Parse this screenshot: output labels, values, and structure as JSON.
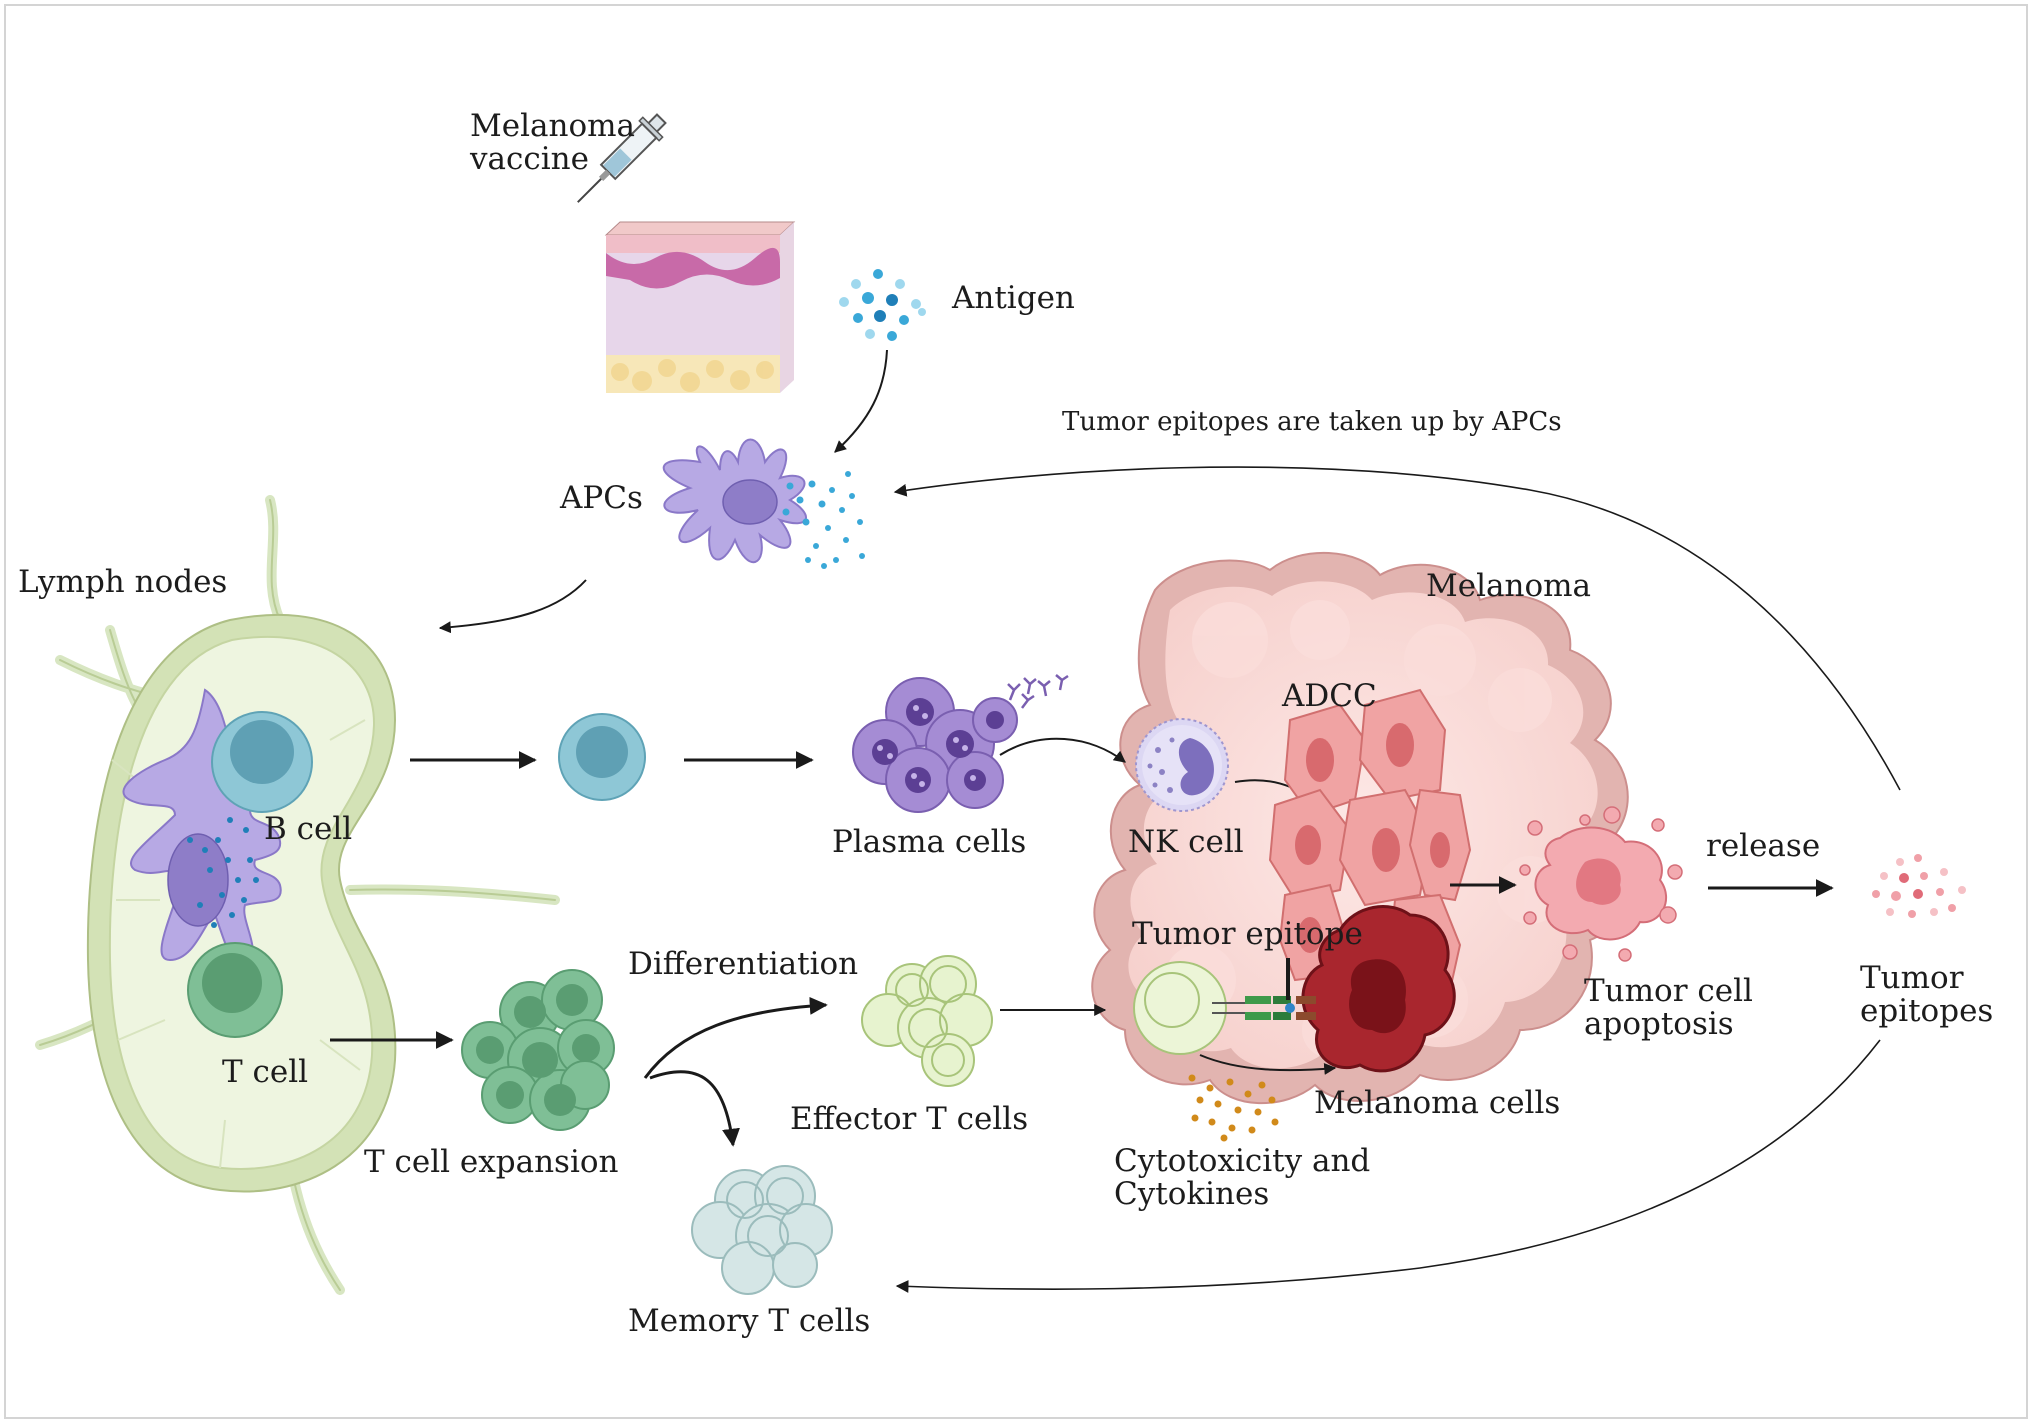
{
  "labels": {
    "vaccine": "Melanoma\nvaccine",
    "antigen": "Antigen",
    "uptake_note": "Tumor epitopes are taken up by APCs",
    "apcs": "APCs",
    "lymph_nodes": "Lymph nodes",
    "b_cell": "B cell",
    "t_cell": "T cell",
    "plasma_cells": "Plasma cells",
    "nk_cell": "NK cell",
    "melanoma": "Melanoma",
    "adcc": "ADCC",
    "tumor_epitope": "Tumor epitope",
    "release": "release",
    "tumor_cell_apoptosis": "Tumor cell\napoptosis",
    "tumor_epitopes": "Tumor\nepitopes",
    "differentiation": "Differentiation",
    "effector_t_cells": "Effector T cells",
    "melanoma_cells": "Melanoma cells",
    "t_cell_expansion": "T cell expansion",
    "cytotoxicity": "Cytotoxicity and\nCytokines",
    "memory_t_cells": "Memory T cells"
  },
  "colors": {
    "apc": "#b7a9e4",
    "b_cell": "#8ec7d6",
    "t_cell": "#7fbf96",
    "plasma": "#8c6cbf",
    "nk": "#d9d4f2",
    "melanoma_tissue": "#f3c6c6",
    "melanoma_cell": "#a9262e",
    "effector_t": "#e4f1c9",
    "memory_t": "#cfe2e3",
    "antigen": "#3aa8d8",
    "tumor_epitope_dots": "#f0a0a8"
  }
}
